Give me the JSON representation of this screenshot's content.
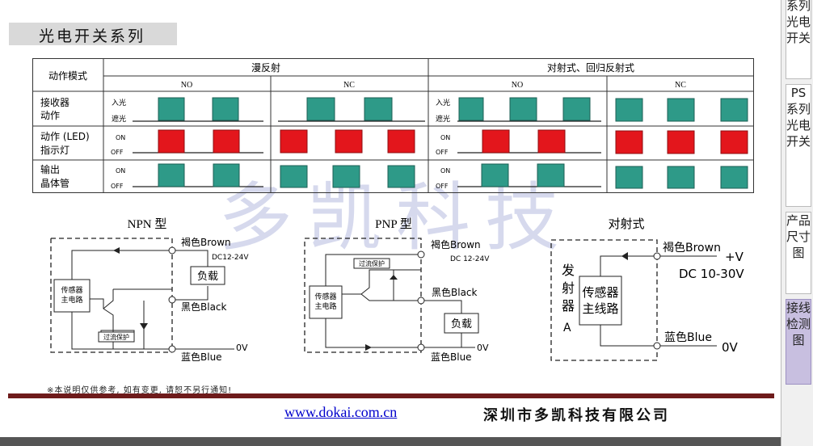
{
  "page_title": "光电开关系列",
  "watermark": "多凯科技",
  "table": {
    "mode_header": "动作模式",
    "groups": [
      "漫反射",
      "对射式、回归反射式"
    ],
    "subcols": [
      "NO",
      "NC",
      "NO",
      "NC"
    ],
    "rows": [
      {
        "line1": "接收器",
        "line2": "动作",
        "hi": "入光",
        "lo": "遮光"
      },
      {
        "line1": "动作 (LED)",
        "line2": "指示灯",
        "hi": "ON",
        "lo": "OFF"
      },
      {
        "line1": "输出",
        "line2": "晶体管",
        "hi": "ON",
        "lo": "OFF"
      }
    ]
  },
  "circuits": {
    "npn": {
      "title": "NPN 型",
      "brown": "褐色Brown",
      "voltage": "DC12-24V",
      "load": "负载",
      "black": "黑色Black",
      "blue": "蓝色Blue",
      "zero": "0V",
      "sensor_line1": "传感器",
      "sensor_line2": "主电路",
      "protect": "过流保护"
    },
    "pnp": {
      "title": "PNP 型",
      "brown": "褐色Brown",
      "voltage": "DC 12-24V",
      "load": "负载",
      "black": "黑色Black",
      "blue": "蓝色Blue",
      "zero": "0V",
      "sensor_line1": "传感器",
      "sensor_line2": "主电路",
      "protect": "过流保护"
    },
    "thru": {
      "title": "对射式",
      "brown": "褐色Brown",
      "plus": "+V",
      "voltage": "DC 10-30V",
      "emitter_1": "发",
      "emitter_2": "射",
      "emitter_3": "器",
      "emitter_4": "A",
      "sensor_line1": "传感器",
      "sensor_line2": "主线路",
      "blue": "蓝色Blue",
      "zero": "0V"
    }
  },
  "note": "※本说明仅供参考, 如有变更, 请恕不另行通知!",
  "website": "www.dokai.com.cn",
  "company": "深圳市多凯科技有限公司",
  "sidebar": {
    "tabs": [
      "系列光电开关",
      "PS系列光电开关",
      "产品尺寸图",
      "接线检测图"
    ]
  },
  "colors": {
    "teal": "#2e9a88",
    "red": "#e3161c",
    "footer": "#6e1b1b",
    "tab_active": "#c8bfe0"
  }
}
